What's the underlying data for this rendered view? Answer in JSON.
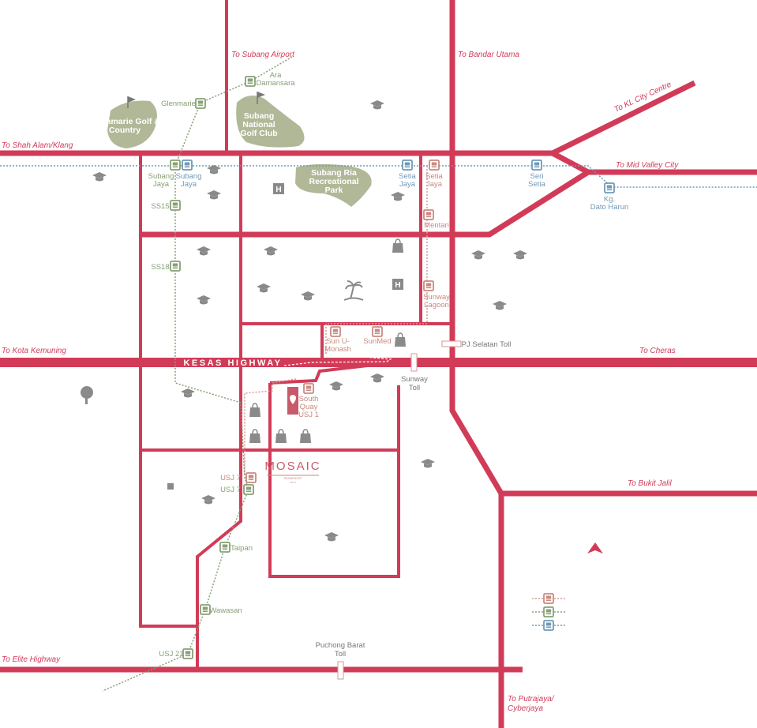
{
  "map": {
    "directions": {
      "subang_airport": "To Subang Airport",
      "bandar_utama": "To Bandar Utama",
      "kl_city_centre": "To KL City Centre",
      "shah_alam": "To Shah Alam/Klang",
      "mid_valley": "To Mid Valley City",
      "kota_kemuning": "To Kota Kemuning",
      "cheras": "To Cheras",
      "bukit_jalil": "To Bukit Jalil",
      "elite_highway": "To Elite Highway",
      "putrajaya": [
        "To Putrajaya/",
        "Cyberjaya"
      ]
    },
    "highway_label": "KESAS HIGHWAY",
    "parks": {
      "glenmarie": [
        "Glenmarie Golf &",
        "Country"
      ],
      "subang_national": [
        "Subang",
        "National",
        "Golf Club"
      ],
      "subang_ria": [
        "Subang Ria",
        "Recreational",
        "Park"
      ]
    },
    "stations": {
      "ara_damansara": [
        "Ara",
        "Damansara"
      ],
      "glenmarie": "Glenmarie",
      "subang_jaya_ktm": [
        "Subang",
        "Jaya"
      ],
      "subang_jaya_lrt": [
        "Subang",
        "Jaya"
      ],
      "ss15": "SS15",
      "ss18": "SS18",
      "setia_jaya_lrt": [
        "Setia",
        "Jaya"
      ],
      "setia_jaya_brt": [
        "Setia",
        "Jaya"
      ],
      "mentari": "Mentari",
      "sunway_lagoon": [
        "Sunway",
        "Lagoon"
      ],
      "seri_setia": [
        "Seri",
        "Setia"
      ],
      "kg_dato_harun": [
        "Kg.",
        "Dato Harun"
      ],
      "sun_u_monash": [
        "Sun U-",
        "Monash"
      ],
      "sunmed": "SunMed",
      "south_quay": [
        "South",
        "Quay",
        "USJ 1"
      ],
      "usj7_brt": "USJ 7",
      "usj7_lrt": "USJ 7",
      "taipan": "Taipan",
      "wawasan": "Wawasan",
      "usj21": "USJ 21"
    },
    "tolls": {
      "pj_selatan": "PJ Selatan Toll",
      "sunway": [
        "Sunway",
        "Toll"
      ],
      "puchong_barat": [
        "Puchong Barat",
        "Toll"
      ]
    },
    "brand": {
      "name": "MOSAIC",
      "sub": "RESIDENCES",
      "loc": "USJ 1"
    },
    "colors": {
      "road": "#d23b58",
      "ktm_line": "#87a075",
      "lrt_line": "#6f9ab8",
      "brt_line": "#c98a80",
      "park": "#b1b897",
      "icon": "#8a8a8a"
    },
    "legend_icons": [
      "brt-station-icon",
      "ktm-station-icon",
      "lrt-station-icon"
    ]
  }
}
